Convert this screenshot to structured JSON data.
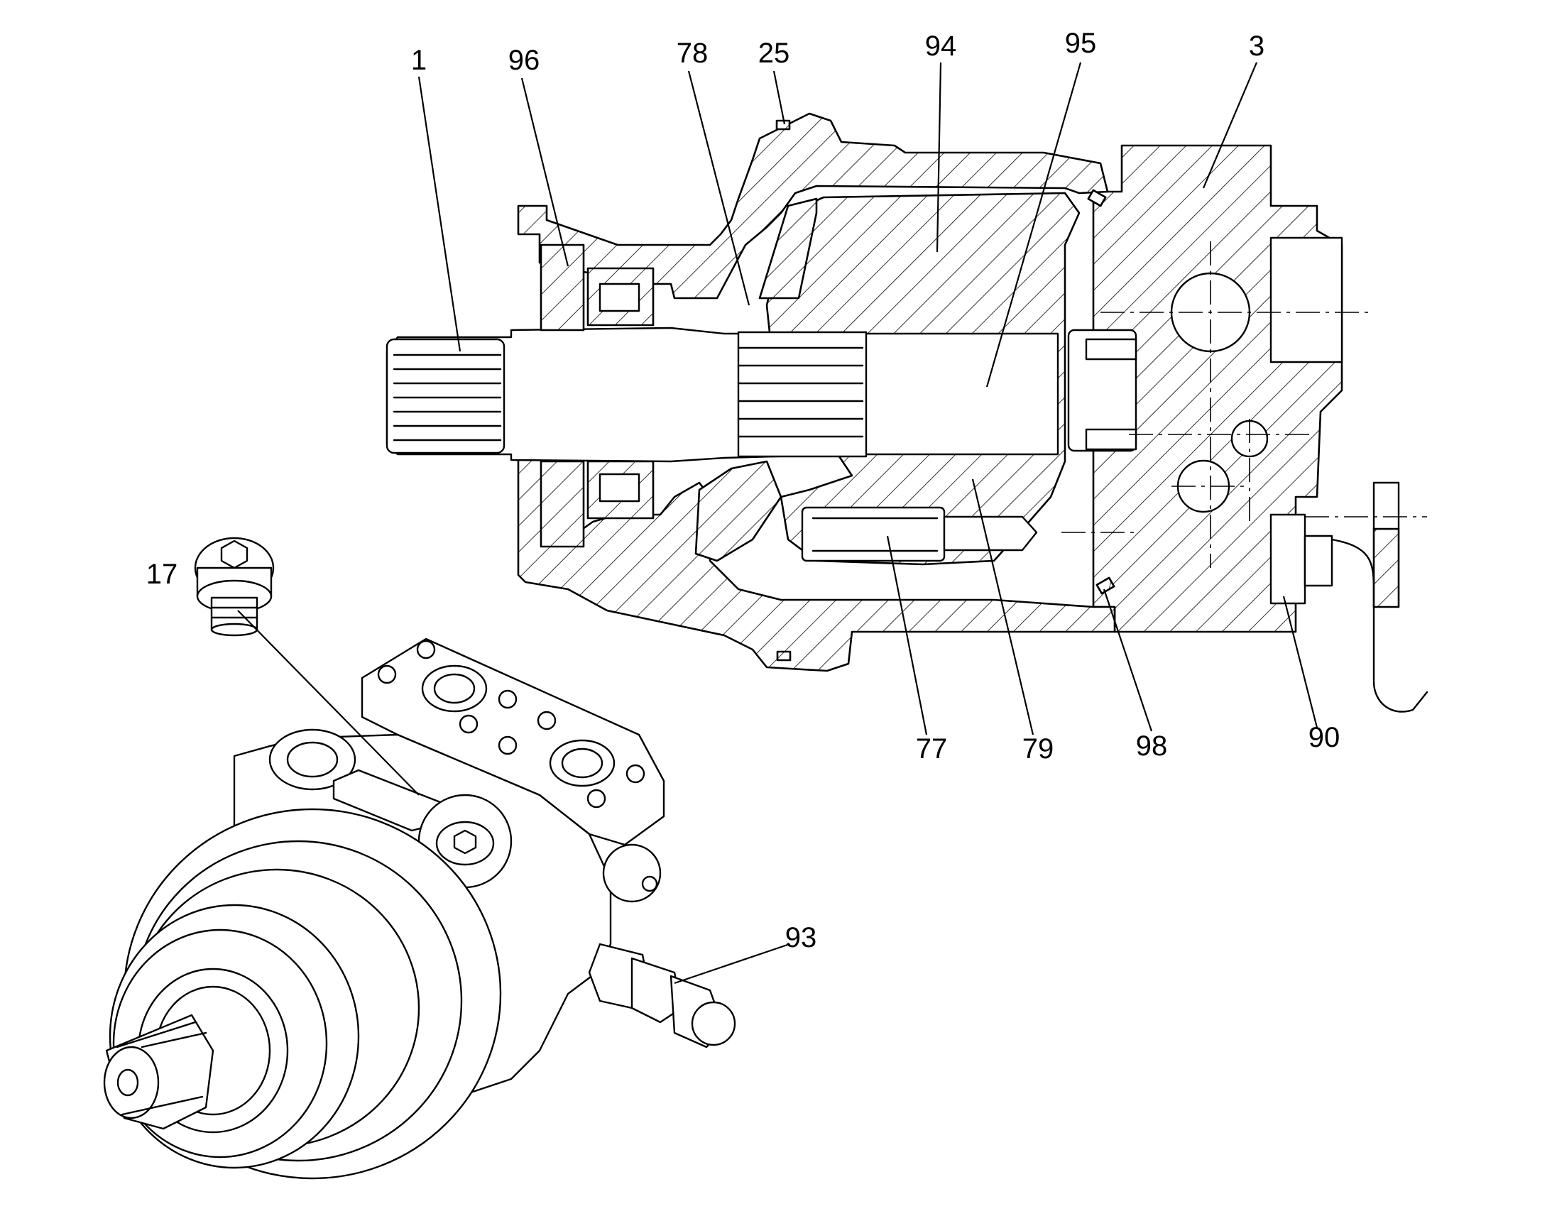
{
  "callouts": [
    {
      "id": "c1",
      "label": "1"
    },
    {
      "id": "c96",
      "label": "96"
    },
    {
      "id": "c78",
      "label": "78"
    },
    {
      "id": "c25",
      "label": "25"
    },
    {
      "id": "c94",
      "label": "94"
    },
    {
      "id": "c95",
      "label": "95"
    },
    {
      "id": "c3",
      "label": "3"
    },
    {
      "id": "c17",
      "label": "17"
    },
    {
      "id": "c77",
      "label": "77"
    },
    {
      "id": "c79",
      "label": "79"
    },
    {
      "id": "c98",
      "label": "98"
    },
    {
      "id": "c90",
      "label": "90"
    },
    {
      "id": "c93",
      "label": "93"
    }
  ]
}
